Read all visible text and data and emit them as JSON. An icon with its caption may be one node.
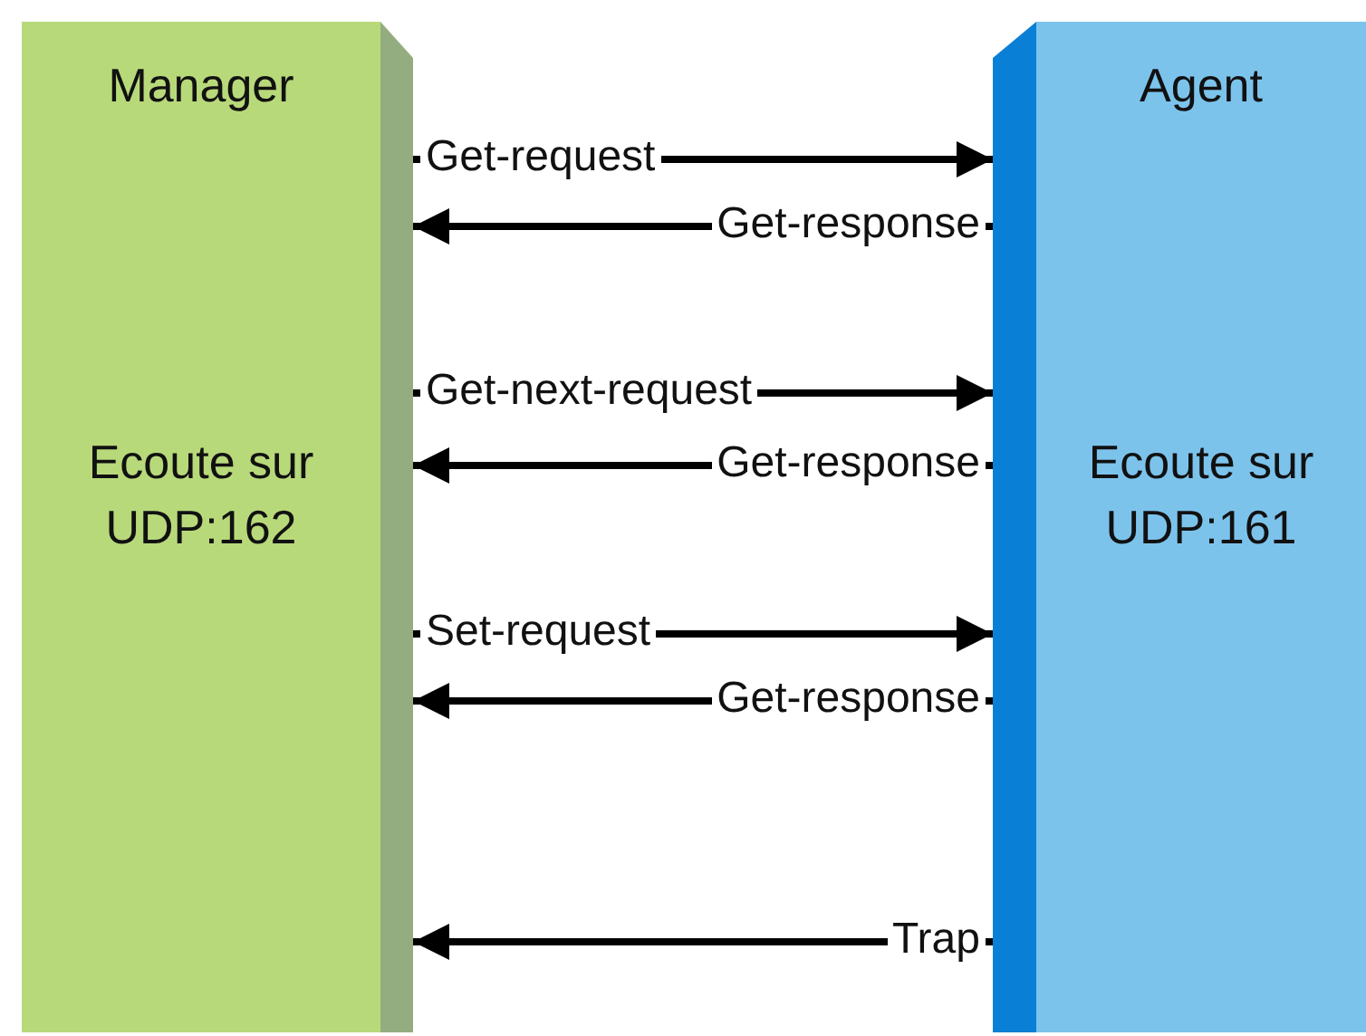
{
  "diagram": {
    "nodes": [
      {
        "text": [
          "Manager",
          "Ecoute sur UDP:162"
        ]
      },
      {
        "text": [
          "Agent",
          "Ecoute sur UDP:161"
        ]
      }
    ],
    "edges": [
      {
        "from": 0,
        "to": 1,
        "arrow": "to",
        "label": "Get-request"
      },
      {
        "from": 1,
        "to": 0,
        "arrow": "to",
        "label": "Get-response"
      },
      {
        "from": 0,
        "to": 1,
        "arrow": "to",
        "label": "Get-next-request"
      },
      {
        "from": 1,
        "to": 0,
        "arrow": "to",
        "label": "Get-response"
      },
      {
        "from": 0,
        "to": 1,
        "arrow": "to",
        "label": "Set-request"
      },
      {
        "from": 1,
        "to": 0,
        "arrow": "to",
        "label": "Get-response"
      },
      {
        "from": 1,
        "to": 0,
        "arrow": "to",
        "label": "Trap"
      }
    ]
  }
}
